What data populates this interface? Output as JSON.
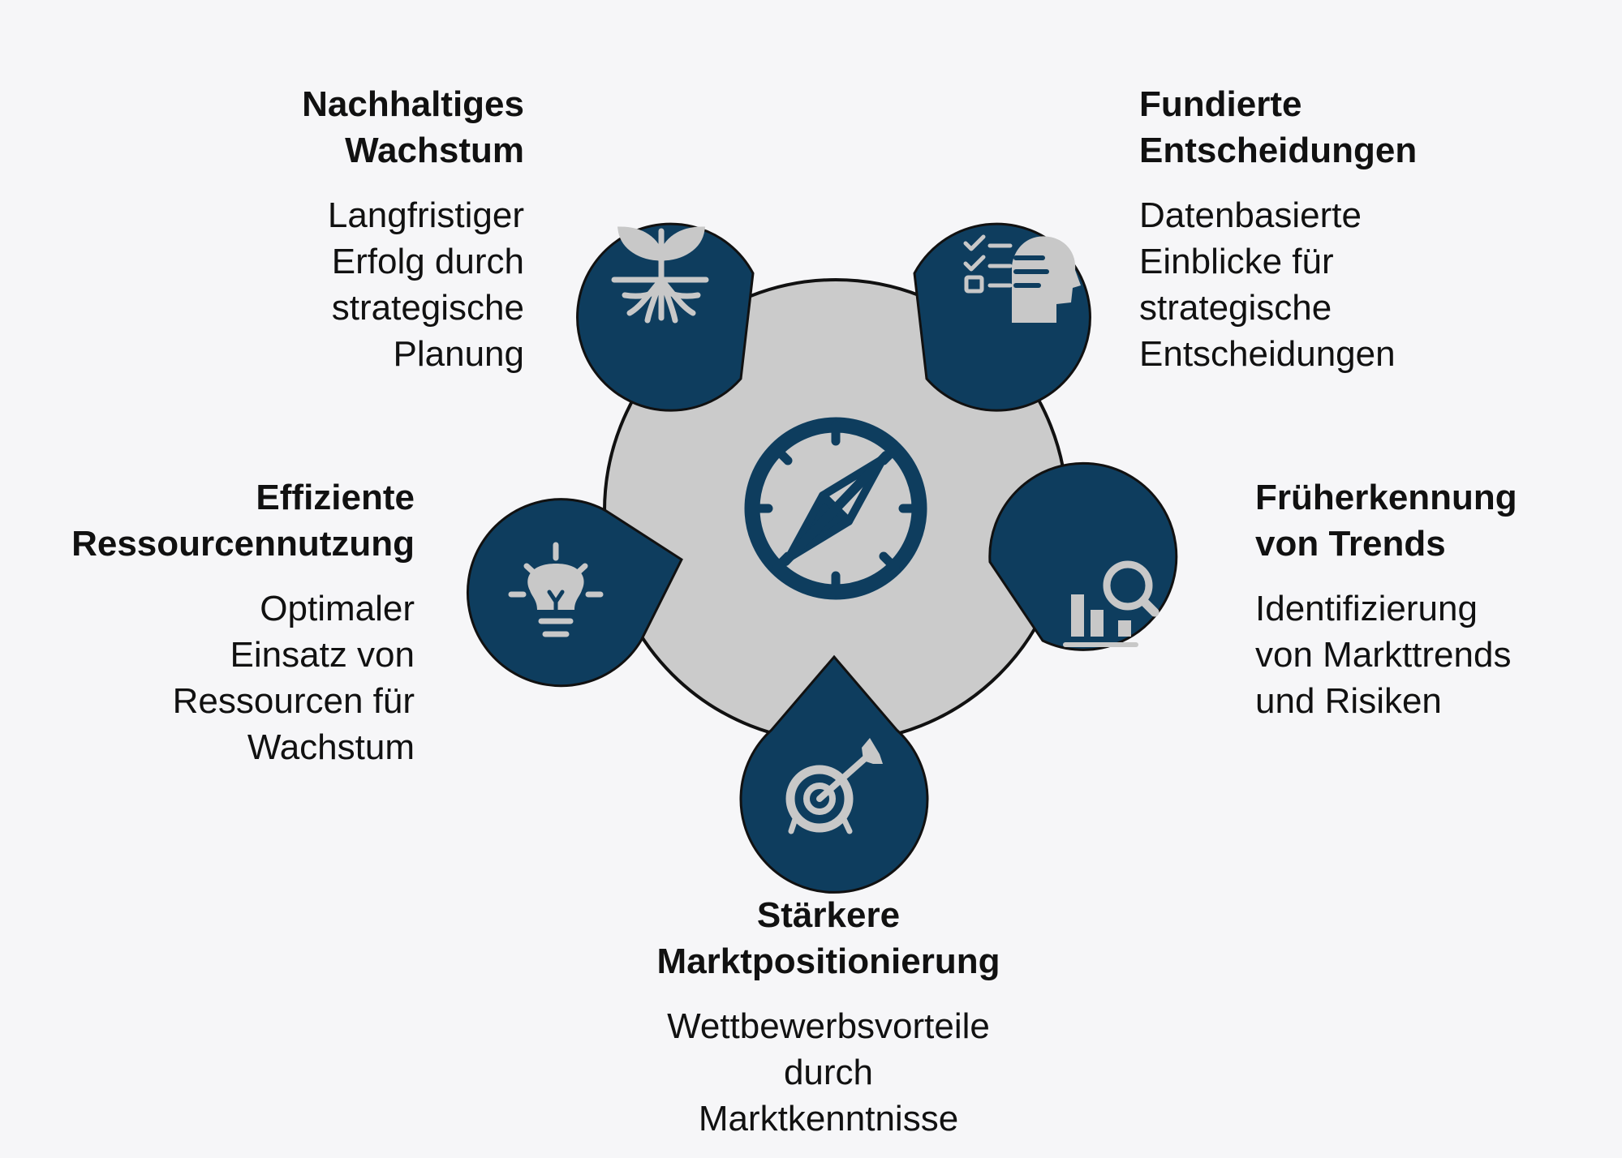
{
  "colors": {
    "petal": "#0e3d5e",
    "hub": "#cbcbcb",
    "icon_light": "#c8c8c8",
    "outline": "#111111",
    "background": "#f6f6f8"
  },
  "center": {
    "icon": "compass-icon"
  },
  "items": [
    {
      "id": "growth",
      "icon": "plant-roots-icon",
      "title": "Nachhaltiges\nWachstum",
      "desc": "Langfristiger\nErfolg durch\nstrategische\nPlanung"
    },
    {
      "id": "decisions",
      "icon": "head-checklist-icon",
      "title": "Fundierte\nEntscheidungen",
      "desc": "Datenbasierte\nEinblicke für\nstrategische\nEntscheidungen"
    },
    {
      "id": "trends",
      "icon": "chart-magnifier-icon",
      "title": "Früherkennung\nvon Trends",
      "desc": "Identifizierung\nvon Markttrends\nund Risiken"
    },
    {
      "id": "market",
      "icon": "target-arrow-icon",
      "title": "Stärkere\nMarktpositionierung",
      "desc": "Wettbewerbsvorteile\ndurch\nMarktkenntnisse"
    },
    {
      "id": "resources",
      "icon": "lightbulb-icon",
      "title": "Effiziente\nRessourcennutzung",
      "desc": "Optimaler \nEinsatz von\nRessourcen für\nWachstum"
    }
  ]
}
